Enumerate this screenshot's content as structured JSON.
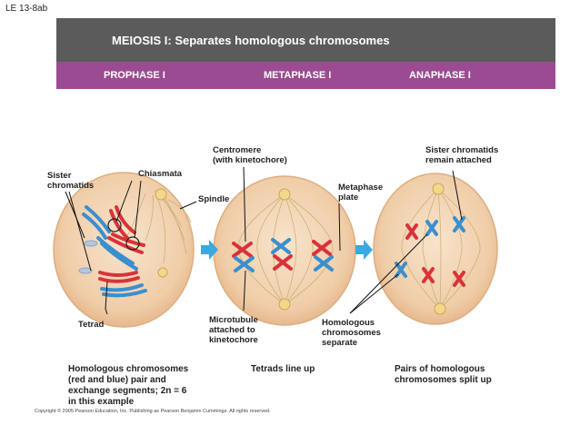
{
  "slide_id": "LE 13-8ab",
  "header": {
    "title": "MEIOSIS I: Separates homologous chromosomes",
    "phases": [
      "PROPHASE I",
      "METAPHASE I",
      "ANAPHASE I"
    ]
  },
  "labels": {
    "sister_chromatids": "Sister\nchromatids",
    "chiasmata": "Chiasmata",
    "spindle": "Spindle",
    "centromere": "Centromere\n(with kinetochore)",
    "metaphase_plate": "Metaphase\nplate",
    "sister_remain": "Sister chromatids\nremain attached",
    "tetrad": "Tetrad",
    "microtubule": "Microtubule\nattached to\nkinetochore",
    "homologous_separate": "Homologous\nchromosomes\nseparate"
  },
  "captions": {
    "prophase": "Homologous chromosomes\n(red and blue) pair and\nexchange segments; 2n = 6\nin this example",
    "metaphase": "Tetrads line up",
    "anaphase": "Pairs of homologous\nchromosomes split up"
  },
  "copyright": "Copyright © 2005 Pearson Education, Inc. Publishing as Pearson Benjamin Cummings. All rights reserved.",
  "colors": {
    "title_bar": "#5b5b5b",
    "phase_bar": "#9b4b92",
    "red": "#d8333a",
    "blue": "#3a8fcf",
    "cell": "#f1d3b0",
    "arrow": "#39a9e0"
  }
}
